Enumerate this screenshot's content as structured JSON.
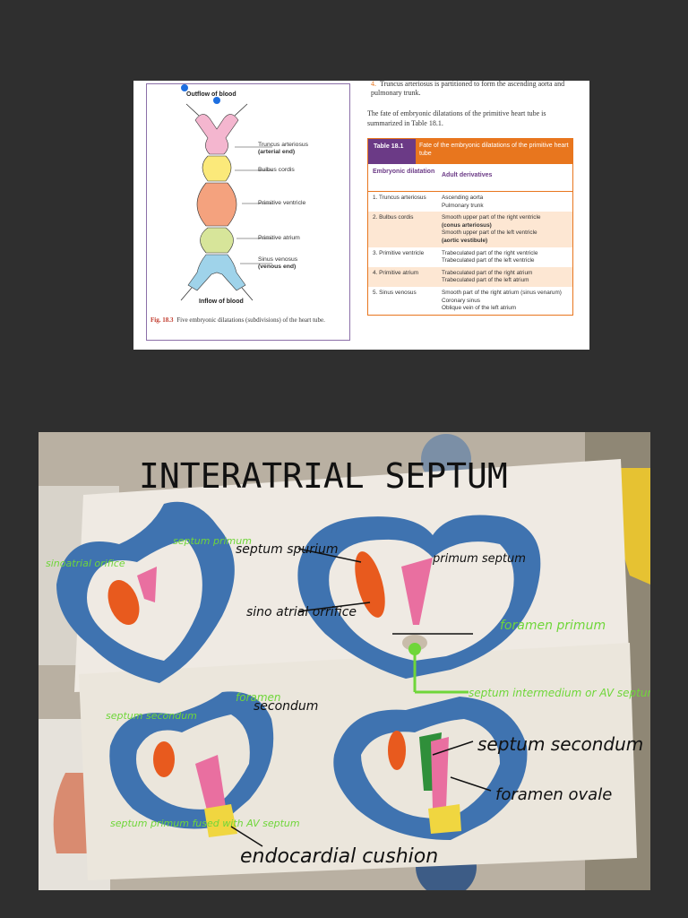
{
  "figure": {
    "outflow_label": "Outflow of blood",
    "inflow_label": "Inflow of blood",
    "labels": [
      {
        "name": "Truncus arteriosus",
        "sub": "(arterial end)"
      },
      {
        "name": "Bulbus cordis",
        "sub": ""
      },
      {
        "name": "Primitive ventricle",
        "sub": ""
      },
      {
        "name": "Primitive atrium",
        "sub": ""
      },
      {
        "name": "Sinus venosus",
        "sub": "(venous end)"
      }
    ],
    "caption_num": "Fig. 18.3",
    "caption_text": "Five embryonic dilatations (subdivisions) of the heart tube."
  },
  "text": {
    "point4_num": "4.",
    "point4_text": "Truncus arteriosus is partitioned to form the ascending aorta and pulmonary trunk.",
    "fate": "The fate of embryonic dilatations of the primitive heart tube is summarized in Table 18.1."
  },
  "table": {
    "number": "Table 18.1",
    "title": "Fate of the embryonic dilatations of the primitive heart tube",
    "col1": "Embryonic dilatation",
    "col2": "Adult derivatives",
    "rows": [
      {
        "name": "1. Truncus arteriosus",
        "derivs": [
          "Ascending aorta",
          "Pulmonary trunk"
        ]
      },
      {
        "name": "2. Bulbus cordis",
        "derivs": [
          "Smooth upper part of the right ventricle",
          "(conus arteriosus)",
          "Smooth upper part of the left ventricle",
          "(aortic vestibule)"
        ]
      },
      {
        "name": "3. Primitive ventricle",
        "derivs": [
          "Trabeculated part of the right ventricle",
          "Trabeculated part of the left ventricle"
        ]
      },
      {
        "name": "4. Primitive atrium",
        "derivs": [
          "Trabeculated part of the right atrium",
          "Trabeculated part of the left atrium"
        ]
      },
      {
        "name": "5. Sinus venosus",
        "derivs": [
          "Smooth part of the right atrium (sinus venarum)",
          "Coronary sinus",
          "Oblique vein of the left atrium"
        ]
      }
    ]
  },
  "photo": {
    "title": "INTERATRIAL SEPTUM",
    "black_labels": [
      "septum spurium",
      "primum septum",
      "sino atrial orrifice",
      "septum secondum",
      "foramen ovale",
      "endocardial cushion",
      "secondum"
    ],
    "green_labels": [
      "foramen primum",
      "septum intermedium or AV septum",
      "sinoatrial orifice",
      "septum primum",
      "septum secondum",
      "foramen",
      "septum primum fused with AV septum"
    ]
  },
  "colors": {
    "table_orange": "#e8761e",
    "table_purple": "#6b3a86",
    "model_blue": "#3f73b0",
    "annotation_green": "#6fd63a",
    "marker_dot": "#1e6fe0"
  }
}
